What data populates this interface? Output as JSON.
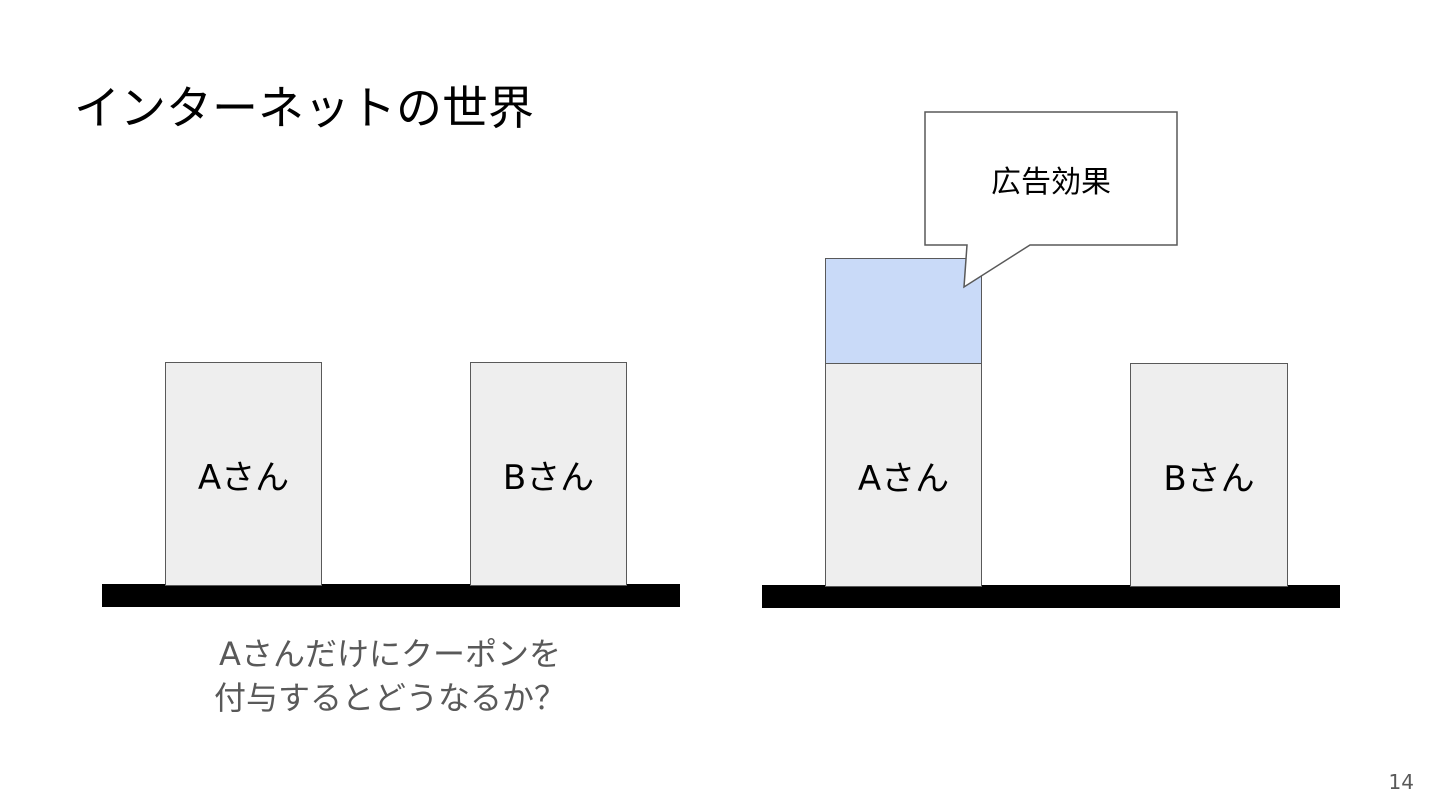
{
  "slide": {
    "title": "インターネットの世界",
    "page_number": "14"
  },
  "left_scene": {
    "person_a": "Aさん",
    "person_b": "Bさん",
    "caption_line1": "Aさんだけにクーポンを",
    "caption_line2": "付与するとどうなるか？"
  },
  "right_scene": {
    "person_a": "Aさん",
    "person_b": "Bさん",
    "callout": "広告効果"
  },
  "colors": {
    "person_box_fill": "#eeeeee",
    "effect_fill": "#c9daf8",
    "outline": "#595959",
    "ground": "#000000",
    "caption_text": "#595959"
  }
}
